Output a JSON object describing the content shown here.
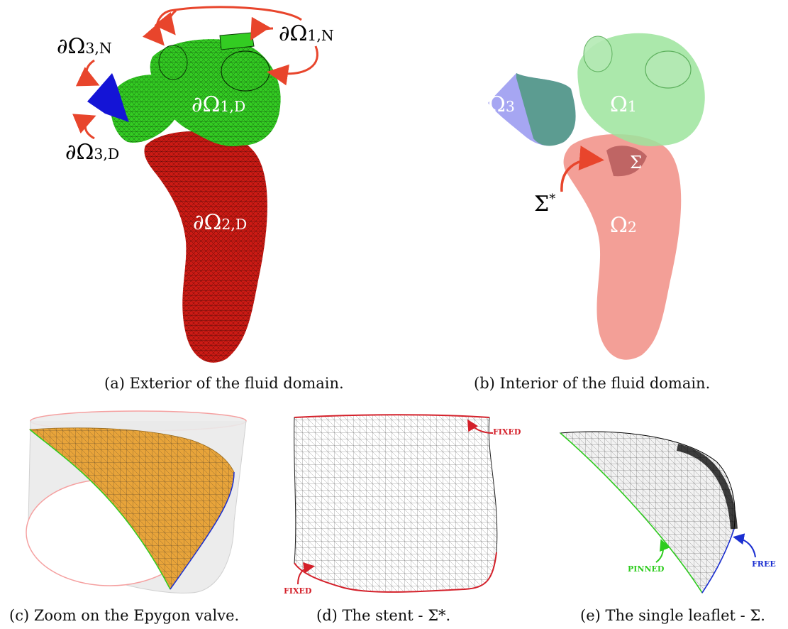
{
  "panel_a": {
    "labels": {
      "omega3N": {
        "main": "∂Ω",
        "sub": "3,N"
      },
      "omega1N": {
        "main": "∂Ω",
        "sub": "1,N"
      },
      "omega1D": {
        "main": "∂Ω",
        "sub": "1,D"
      },
      "omega3D": {
        "main": "∂Ω",
        "sub": "3,D"
      },
      "omega2D": {
        "main": "∂Ω",
        "sub": "2,D"
      }
    },
    "caption": "(a) Exterior of the fluid domain."
  },
  "panel_b": {
    "labels": {
      "omega3": {
        "main": "Ω",
        "sub": "3"
      },
      "omega1": {
        "main": "Ω",
        "sub": "1"
      },
      "sigma": "Σ",
      "sigma_star": {
        "main": "Σ",
        "sup": "*"
      },
      "omega2": {
        "main": "Ω",
        "sub": "2"
      }
    },
    "caption": "(b) Interior of the fluid domain."
  },
  "panel_c": {
    "caption": "(c) Zoom on the Epygon valve."
  },
  "panel_d": {
    "tags": {
      "top": "FIXED",
      "bottom": "FIXED"
    },
    "caption": "(d) The stent - Σ*."
  },
  "panel_e": {
    "tags": {
      "pinned": "PINNED",
      "free": "FREE"
    },
    "caption": "(e) The single leaflet - Σ."
  },
  "colors": {
    "red_arrow": "#e8452c",
    "mesh_green": "#33cc22",
    "mesh_red": "#cc1a14",
    "mesh_blue": "#1414d6",
    "leaflet_orange": "#e8a43a",
    "tag_red": "#d4202a",
    "tag_green": "#2ecc1e",
    "tag_blue": "#1b2fd1"
  }
}
